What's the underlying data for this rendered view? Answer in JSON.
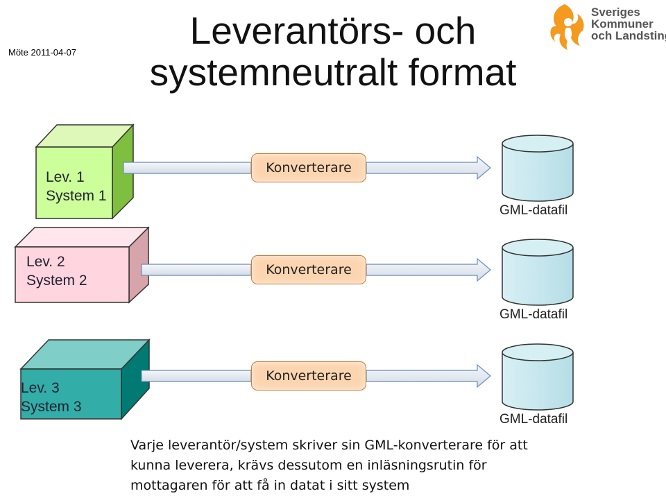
{
  "header": {
    "date": "Möte 2011-04-07",
    "title_line1": "Leverantörs- och",
    "title_line2": "systemneutralt format"
  },
  "logo": {
    "icon": "skl-flame-logo-icon",
    "line1": "Sveriges",
    "line2": "Kommuner",
    "line3": "och Landsting"
  },
  "rows": [
    {
      "supplier": "Lev. 1",
      "system": "System 1",
      "converter": "Konverterare",
      "output": "GML-datafil",
      "box_color": "#ccff99"
    },
    {
      "supplier": "Lev. 2",
      "system": "System 2",
      "converter": "Konverterare",
      "output": "GML-datafil",
      "box_color": "#ffd5df"
    },
    {
      "supplier": "Lev. 3",
      "system": "System 3",
      "converter": "Konverterare",
      "output": "GML-datafil",
      "box_color": "#33ada8"
    }
  ],
  "note": {
    "line1": "Varje leverantör/system skriver sin GML-konverterare för att",
    "line2": "kunna leverera, krävs dessutom en inläsningsrutin för",
    "line3": "mottagaren för att få in datat i sitt system"
  }
}
